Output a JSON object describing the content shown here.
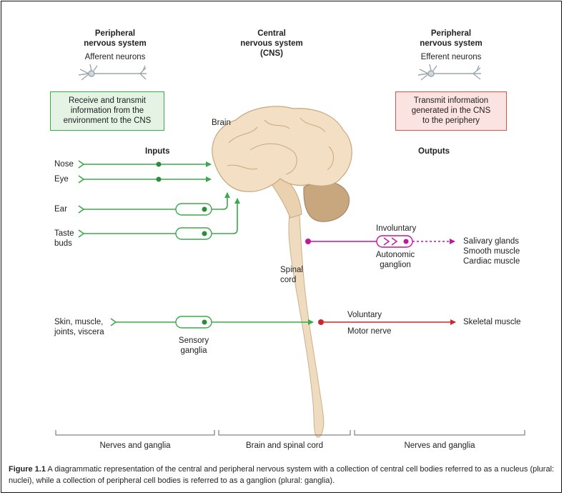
{
  "header": {
    "left": {
      "title": "Peripheral\nnervous system",
      "subtitle": "Afferent neurons"
    },
    "center": {
      "title": "Central\nnervous system\n(CNS)"
    },
    "right": {
      "title": "Peripheral\nnervous system",
      "subtitle": "Efferent neurons"
    }
  },
  "boxes": {
    "receive": "Receive and transmit\ninformation from the\nenvironment to the CNS",
    "transmit": "Transmit information\ngenerated in the CNS\nto the periphery"
  },
  "labels": {
    "brain": "Brain",
    "inputs": "Inputs",
    "outputs": "Outputs",
    "spinal_cord": "Spinal\ncord",
    "sensory_ganglia": "Sensory\nganglia",
    "involuntary": "Involuntary",
    "autonomic_ganglion": "Autonomic\nganglion",
    "voluntary": "Voluntary",
    "motor_nerve": "Motor nerve"
  },
  "inputs": [
    "Nose",
    "Eye",
    "Ear",
    "Taste\nbuds",
    "Skin, muscle,\njoints, viscera"
  ],
  "outputs": {
    "autonomic_targets": "Salivary glands\nSmooth muscle\nCardiac muscle",
    "skeletal": "Skeletal muscle"
  },
  "brackets": [
    "Nerves and ganglia",
    "Brain and spinal cord",
    "Nerves and ganglia"
  ],
  "caption": {
    "label": "Figure 1.1",
    "text": " A diagrammatic representation of the central and peripheral nervous system with a collection of central cell bodies referred to as a nucleus (plural: nuclei), while a collection of peripheral cell bodies is referred to as a ganglion (plural: ganglia)."
  },
  "colors": {
    "afferent": "#3aaa4a",
    "autonomic": "#c0189a",
    "motor": "#c8282e",
    "spinal": "#efdcc0",
    "brain": "#f2dfc4",
    "cerebellum": "#c9a77e",
    "box_green": "#e4f3e4",
    "box_red": "#fbe3e1"
  }
}
